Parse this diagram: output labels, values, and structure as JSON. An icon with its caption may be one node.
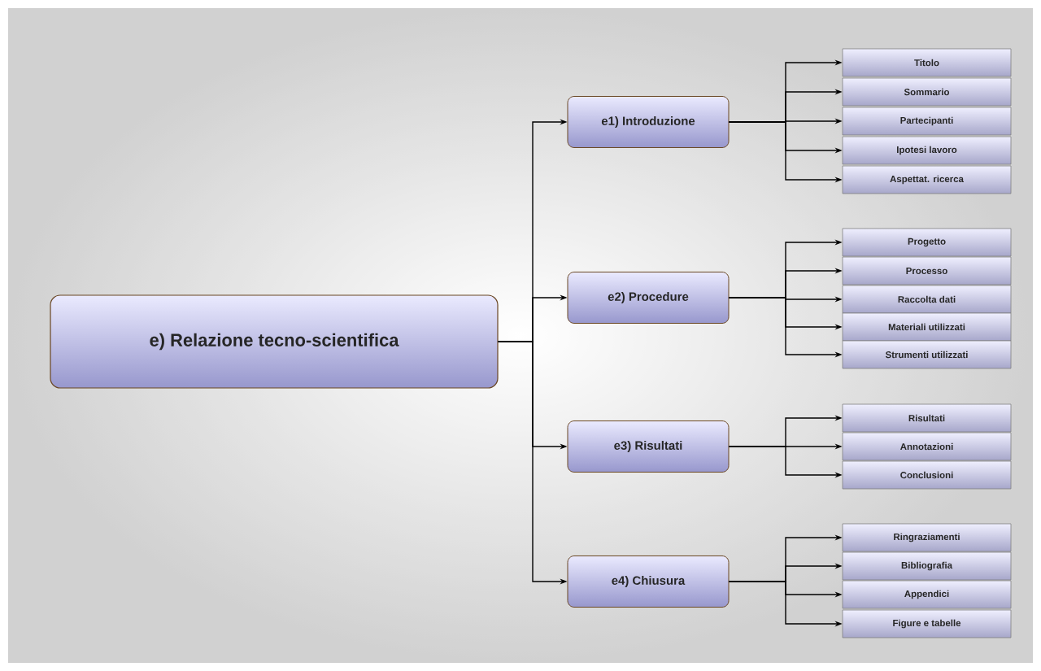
{
  "diagram": {
    "nodes": [
      {
        "text": [
          "e) Relazione tecno-scientifica"
        ]
      },
      {
        "text": [
          "e1) Introduzione"
        ]
      },
      {
        "text": [
          "Titolo"
        ]
      },
      {
        "text": [
          "Sommario"
        ]
      },
      {
        "text": [
          "Partecipanti"
        ]
      },
      {
        "text": [
          "Ipotesi lavoro"
        ]
      },
      {
        "text": [
          "Aspettat. ricerca"
        ]
      },
      {
        "text": [
          "e2) Procedure"
        ]
      },
      {
        "text": [
          "Progetto"
        ]
      },
      {
        "text": [
          "Processo"
        ]
      },
      {
        "text": [
          "Raccolta dati"
        ]
      },
      {
        "text": [
          "Materiali utilizzati"
        ]
      },
      {
        "text": [
          "Strumenti utilizzati"
        ]
      },
      {
        "text": [
          "e3) Risultati"
        ]
      },
      {
        "text": [
          "Risultati"
        ]
      },
      {
        "text": [
          "Annotazioni"
        ]
      },
      {
        "text": [
          "Conclusioni"
        ]
      },
      {
        "text": [
          "e4) Chiusura"
        ]
      },
      {
        "text": [
          "Ringraziamenti"
        ]
      },
      {
        "text": [
          "Bibliografia"
        ]
      },
      {
        "text": [
          "Appendici"
        ]
      },
      {
        "text": [
          "Figure e tabelle"
        ]
      }
    ],
    "edges": [
      {
        "from": 0,
        "to": 1,
        "arrow": "to"
      },
      {
        "from": 0,
        "to": 7,
        "arrow": "to"
      },
      {
        "from": 0,
        "to": 13,
        "arrow": "to"
      },
      {
        "from": 0,
        "to": 17,
        "arrow": "to"
      },
      {
        "from": 1,
        "to": 2,
        "arrow": "to"
      },
      {
        "from": 1,
        "to": 3,
        "arrow": "to"
      },
      {
        "from": 1,
        "to": 4,
        "arrow": "to"
      },
      {
        "from": 1,
        "to": 5,
        "arrow": "to"
      },
      {
        "from": 1,
        "to": 6,
        "arrow": "to"
      },
      {
        "from": 7,
        "to": 8,
        "arrow": "to"
      },
      {
        "from": 7,
        "to": 9,
        "arrow": "to"
      },
      {
        "from": 7,
        "to": 10,
        "arrow": "to"
      },
      {
        "from": 7,
        "to": 11,
        "arrow": "to"
      },
      {
        "from": 7,
        "to": 12,
        "arrow": "to"
      },
      {
        "from": 13,
        "to": 14,
        "arrow": "to"
      },
      {
        "from": 13,
        "to": 15,
        "arrow": "to"
      },
      {
        "from": 13,
        "to": 16,
        "arrow": "to"
      },
      {
        "from": 17,
        "to": 18,
        "arrow": "to"
      },
      {
        "from": 17,
        "to": 19,
        "arrow": "to"
      },
      {
        "from": 17,
        "to": 20,
        "arrow": "to"
      },
      {
        "from": 17,
        "to": 21,
        "arrow": "to"
      }
    ]
  }
}
